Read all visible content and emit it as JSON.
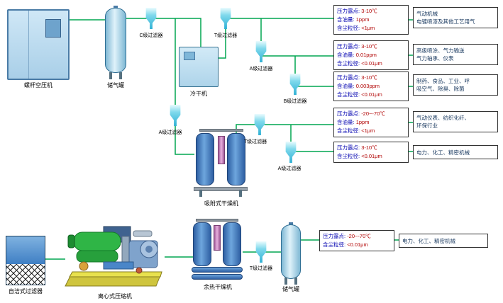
{
  "labels": {
    "screw_compressor": "螺杆空压机",
    "air_tank_top": "储气罐",
    "filter_c": "C级过滤器",
    "cold_dryer": "冷干机",
    "filter_t_top": "T级过滤器",
    "filter_a_right": "A级过滤器",
    "filter_b": "B级过滤器",
    "filter_a_mid": "A级过滤器",
    "adsorption_dryer": "吸附式干燥机",
    "filter_t_mid": "T级过滤器",
    "filter_a_low": "A级过滤器",
    "self_cleaning_filter": "自洁式过滤器",
    "centrifugal_compressor": "离心式压缩机",
    "heat_dryer": "余热干燥机",
    "filter_t_bottom": "T级过滤器",
    "air_tank_bottom": "储气罐"
  },
  "colors": {
    "line_green": "#00a651",
    "tower_blue": "#2e5fa3",
    "filter_cyan": "#2fb0d4"
  },
  "spec_boxes": [
    {
      "rows": [
        {
          "label": "压力露点:",
          "value": "3-10℃"
        },
        {
          "label": "含油量:",
          "value": "1ppm"
        },
        {
          "label": "含尘粒径:",
          "value": "<1μm"
        }
      ],
      "application": "气动机械\n电镀喷漆及其他工艺用气"
    },
    {
      "rows": [
        {
          "label": "压力露点:",
          "value": "3-10℃"
        },
        {
          "label": "含油量:",
          "value": "0.01ppm"
        },
        {
          "label": "含尘粒径:",
          "value": "<0.01μm"
        }
      ],
      "application": "高级喷涂、气力输送\n气力轴承、仪表"
    },
    {
      "rows": [
        {
          "label": "压力露点:",
          "value": "3-10℃"
        },
        {
          "label": "含油量:",
          "value": "0.003ppm"
        },
        {
          "label": "含尘粒径:",
          "value": "<0.01μm"
        }
      ],
      "application": "制药、食品、工业、呼\n吸空气、除臭、除菌"
    },
    {
      "rows": [
        {
          "label": "压力露点:",
          "value": "-20~-70℃"
        },
        {
          "label": "含油量:",
          "value": "1ppm"
        },
        {
          "label": "含尘粒径:",
          "value": "<1μm"
        }
      ],
      "application": "气动仪表、纺织化纤、\n环保行业"
    },
    {
      "rows": [
        {
          "label": "压力露点:",
          "value": "3-10℃"
        },
        {
          "label": "含尘粒径:",
          "value": "<0.01μm"
        }
      ],
      "application": "电力、化工、精密机械"
    },
    {
      "rows": [
        {
          "label": "压力露点:",
          "value": "-20~-70℃"
        },
        {
          "label": "含尘粒径:",
          "value": "<0.01μm"
        }
      ],
      "application": "电力、化工、精密机械"
    }
  ]
}
